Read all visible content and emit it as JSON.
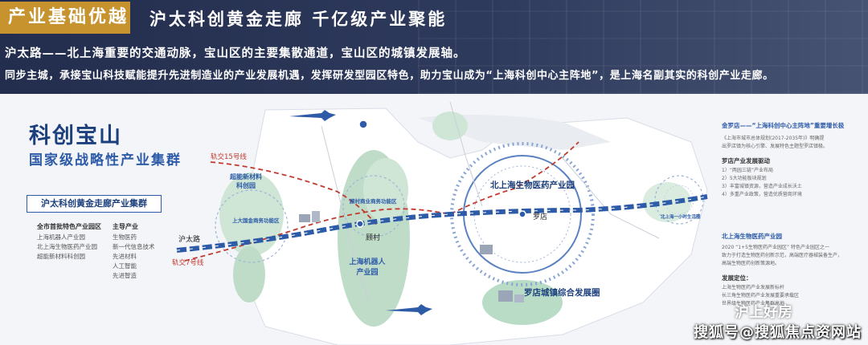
{
  "header": {
    "badge": "产业基础优越",
    "subtitle": "沪太科创黄金走廊 千亿级产业聚能",
    "line1": "沪太路——北上海重要的交通动脉，宝山区的主要集散通道，宝山区的城镇发展轴。",
    "line2": "同步主城，承接宝山科技赋能提升先进制造业的产业发展机遇，发挥研发型园区特色，助力宝山成为“上海科创中心主阵地”，是上海名副其实的科创产业走廊。"
  },
  "map": {
    "title": "科创宝山",
    "subtitle": "国家级战略性产业集群",
    "cluster_box": "沪太科创黄金走廊产业集群",
    "col1_header": "全市首批特色产业园区",
    "col1_items": [
      "上海机器人产业园",
      "北上海生物医药产业园",
      "超能新材料科创园"
    ],
    "col2_header": "主导产业",
    "col2_items": [
      "生物医药",
      "新一代信息技术",
      "先进材料",
      "人工智能",
      "先进智造"
    ],
    "labels": {
      "line15": "轨交15号线",
      "line7": "轨交7号线",
      "hutai_road": "沪太路",
      "gucun": "顾村",
      "luodian": "罗店",
      "superconduct": "超能新材料\n科创园",
      "shangda_zone": "上大国金商务功能区",
      "gucun_zone": "顾村商业商务功能区",
      "bio_park": "北上海生物医药产业园",
      "robot_park": "上海机器人\n产业园",
      "luodian_circle": "罗店城镇综合发展圈",
      "north_circle": "北上海一小时生活圈"
    },
    "colors": {
      "accent_blue": "#2d5ba8",
      "rail_red": "#c23a2f",
      "badge_gold": "#c7932e",
      "green": "#b9dcc6"
    }
  },
  "side": {
    "h1": "金罗店——“上海科创中心主阵地”重要增长极",
    "t1a": "《上海市城市总体规划(2017-2035年)》明确提",
    "t1b": "出罗店镇为核心引擎、发展特色主题型罗店镇极。",
    "h2": "罗店产业发展驱动",
    "t2": [
      "1）“两园三链”产业布局",
      "2）5大功能板块规划",
      "3）丰富城镇资源，营造产业成长沃土",
      "4）多重产业政策，营造优质营商环境"
    ],
    "h3": "北上海生物医药产业园",
    "t3a": "2020 “1+5生物医药产业园区” 特色产业园区之一",
    "t3b": "致力于打造生物医药创新示范，高端医疗器械装备生产，",
    "t3c": "高端生物医药创新策源地。",
    "h4": "发展定位：",
    "t4a": "上海生物医药产业发展新标杆",
    "t4b": "长三角生物医药产业发展重要承载区",
    "t4c": "世界级生物医药产业集群高地"
  },
  "watermark": {
    "brand": "沪上好房",
    "sohu": "搜狐号@搜狐焦点资网站"
  }
}
